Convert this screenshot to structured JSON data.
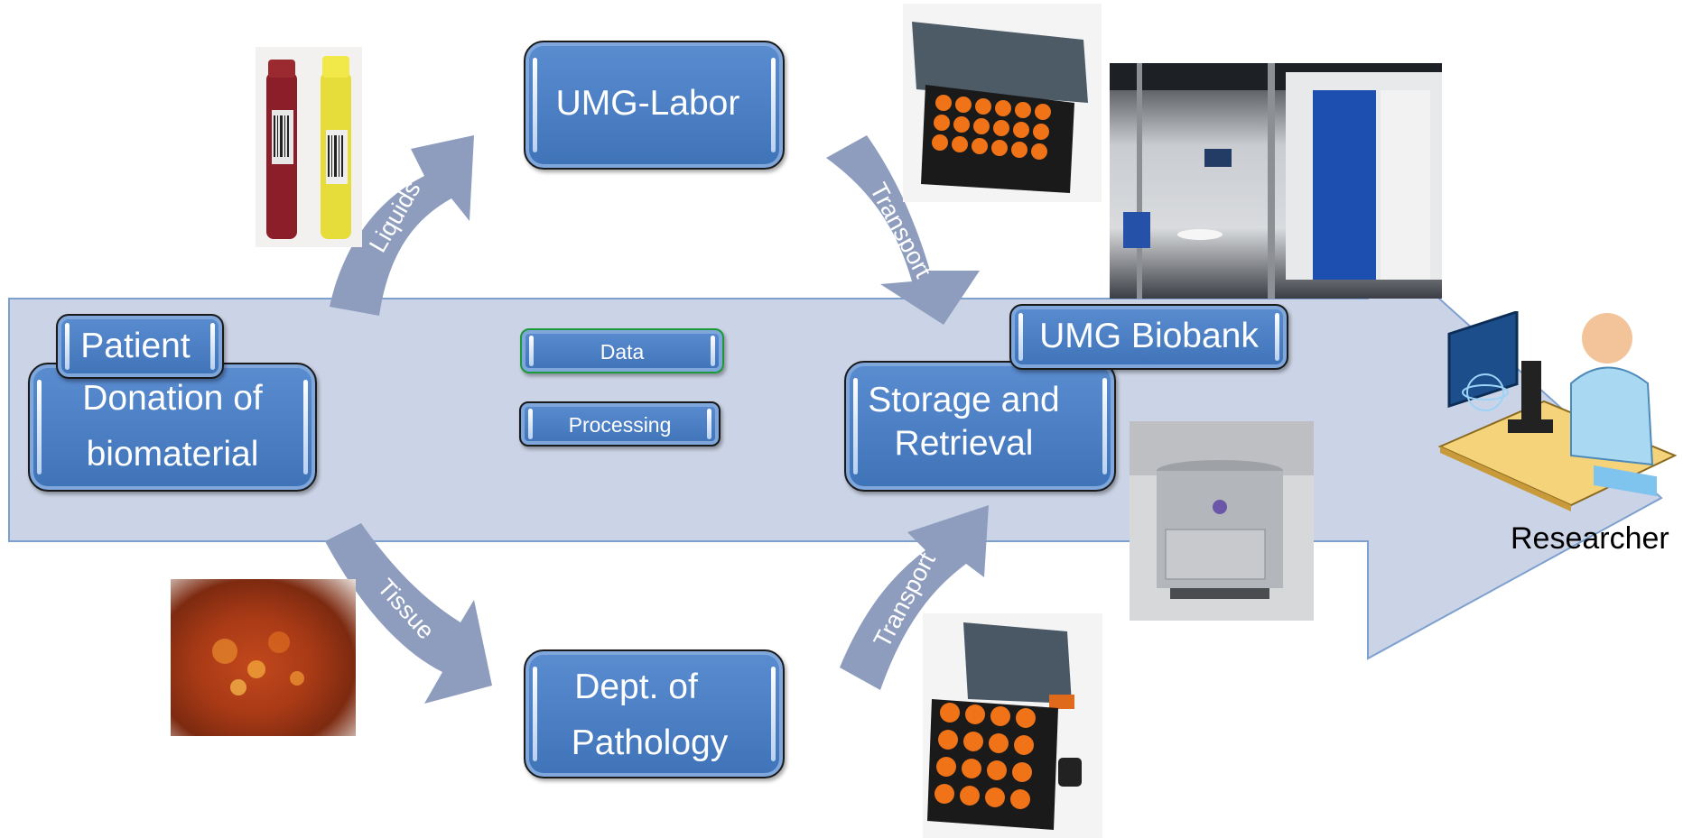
{
  "nodes": {
    "patient": "Patient",
    "donation_line1": "Donation of",
    "donation_line2": "biomaterial",
    "umg_labor": "UMG-Labor",
    "pathology_line1": "Dept. of",
    "pathology_line2": "Pathology",
    "data": "Data",
    "processing": "Processing",
    "storage_line1": "Storage and",
    "storage_line2": "Retrieval",
    "umg_biobank": "UMG Biobank",
    "researcher": "Researcher"
  },
  "arrows": {
    "liquids": "Liquids",
    "tissue": "Tissue",
    "transport_upper": "Transport",
    "transport_lower": "Transport"
  },
  "colors": {
    "main_arrow": "#cbd4e6",
    "main_arrow_border": "#7ea0cf",
    "curved_arrow": "#8e9dbd",
    "box_fill": "#4a7fc4",
    "data_border": "#1d9a3a"
  }
}
